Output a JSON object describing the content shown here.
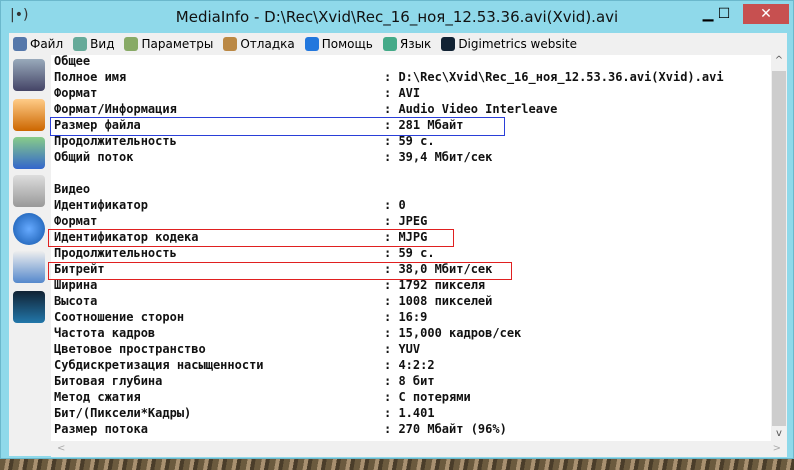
{
  "window": {
    "title": "MediaInfo - D:\\Rec\\Xvid\\Rec_16_ноя_12.53.36.avi(Xvid).avi",
    "minimize": "▁",
    "maximize": "☐",
    "close": "✕"
  },
  "menu": [
    {
      "label": "Файл",
      "icon": "file-icon"
    },
    {
      "label": "Вид",
      "icon": "view-icon"
    },
    {
      "label": "Параметры",
      "icon": "settings-icon"
    },
    {
      "label": "Отладка",
      "icon": "debug-icon"
    },
    {
      "label": "Помощь",
      "icon": "help-icon"
    },
    {
      "label": "Язык",
      "icon": "globe-icon"
    },
    {
      "label": "Digimetrics website",
      "icon": "digimetrics-icon"
    }
  ],
  "rows": [
    {
      "k": "Общее",
      "v": ""
    },
    {
      "k": "Полное имя",
      "v": ": D:\\Rec\\Xvid\\Rec_16_ноя_12.53.36.avi(Xvid).avi"
    },
    {
      "k": "Формат",
      "v": ": AVI"
    },
    {
      "k": "Формат/Информация",
      "v": ": Audio Video Interleave"
    },
    {
      "k": "Размер файла",
      "v": ": 281 Мбайт"
    },
    {
      "k": "Продолжительность",
      "v": ": 59 с."
    },
    {
      "k": "Общий поток",
      "v": ": 39,4 Мбит/сек"
    },
    {
      "k": "",
      "v": ""
    },
    {
      "k": "Видео",
      "v": ""
    },
    {
      "k": "Идентификатор",
      "v": ": 0"
    },
    {
      "k": "Формат",
      "v": ": JPEG"
    },
    {
      "k": "Идентификатор кодека",
      "v": ": MJPG"
    },
    {
      "k": "Продолжительность",
      "v": ": 59 с."
    },
    {
      "k": "Битрейт",
      "v": ": 38,0 Мбит/сек"
    },
    {
      "k": "Ширина",
      "v": ": 1792 пикселя"
    },
    {
      "k": "Высота",
      "v": ": 1008 пикселей"
    },
    {
      "k": "Соотношение сторон",
      "v": ": 16:9"
    },
    {
      "k": "Частота кадров",
      "v": ": 15,000 кадров/сек"
    },
    {
      "k": "Цветовое пространство",
      "v": ": YUV"
    },
    {
      "k": "Субдискретизация насыщенности",
      "v": ": 4:2:2"
    },
    {
      "k": "Битовая глубина",
      "v": ": 8 бит"
    },
    {
      "k": "Метод сжатия",
      "v": ": С потерями"
    },
    {
      "k": "Бит/(Пиксели*Кадры)",
      "v": ": 1.401"
    },
    {
      "k": "Размер потока",
      "v": ": 270 Мбайт (96%)"
    }
  ],
  "colors": {
    "highlight_blue": "#2a3fd8",
    "highlight_red": "#e02020",
    "titlebar": "#8fd9ea"
  }
}
